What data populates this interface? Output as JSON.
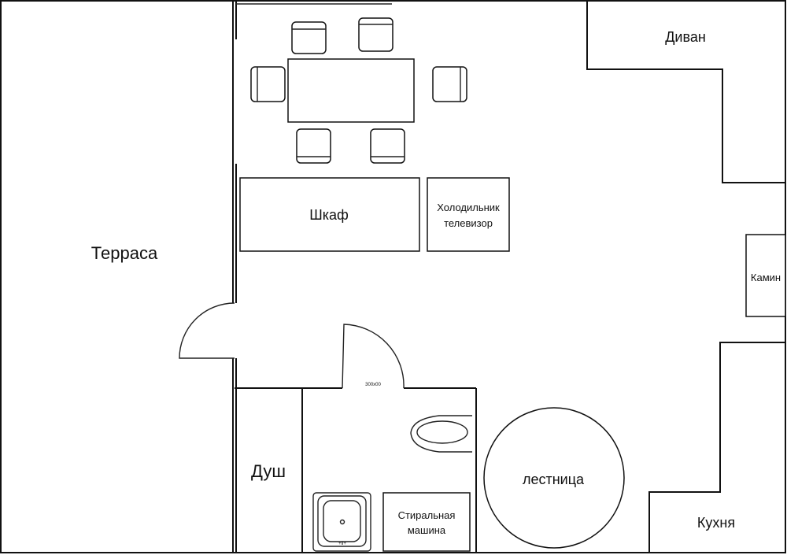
{
  "labels": {
    "terrace": "Терраса",
    "sofa": "Диван",
    "wardrobe": "Шкаф",
    "fridge_line1": "Холодильник",
    "fridge_line2": "телевизор",
    "fireplace": "Камин",
    "shower": "Душ",
    "stairs": "лестница",
    "washer_line1": "Стиральная",
    "washer_line2": "машина",
    "kitchen": "Кухня",
    "door_mark": "300x00",
    "faucet_mark": "+ll+"
  }
}
